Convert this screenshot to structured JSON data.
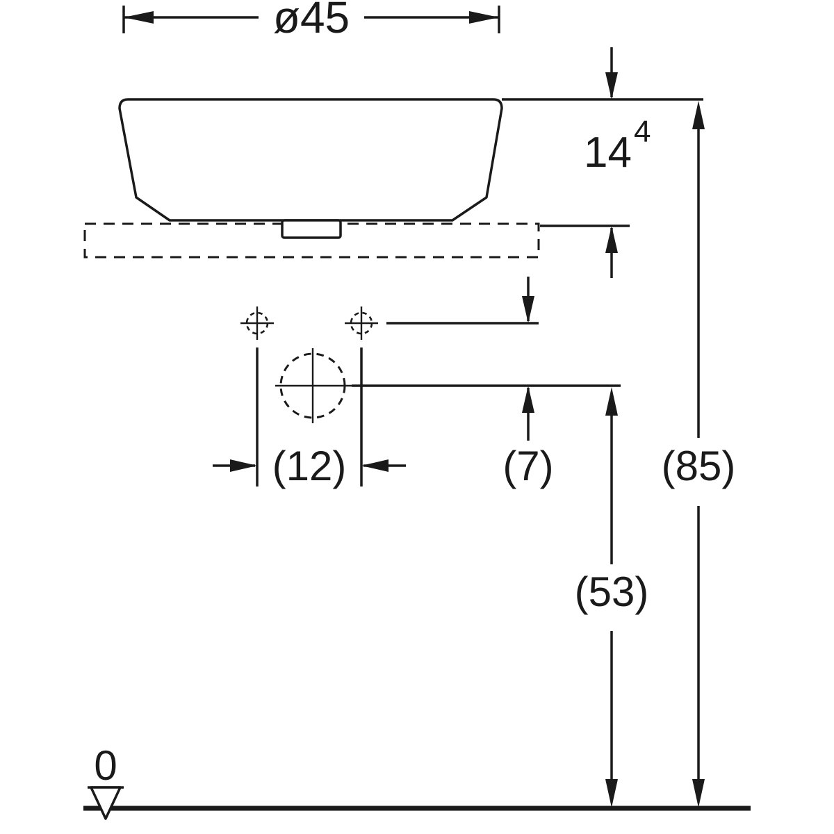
{
  "drawing": {
    "background_color": "#ffffff",
    "line_color": "#1a1a1a",
    "labels": {
      "diameter": "ø45",
      "basin_height": "14",
      "basin_height_superscript": "4",
      "hole_spacing": "(12)",
      "mixer_offset": "(7)",
      "mixer_height": "(53)",
      "overall_height": "(85)",
      "floor_datum": "0"
    }
  }
}
